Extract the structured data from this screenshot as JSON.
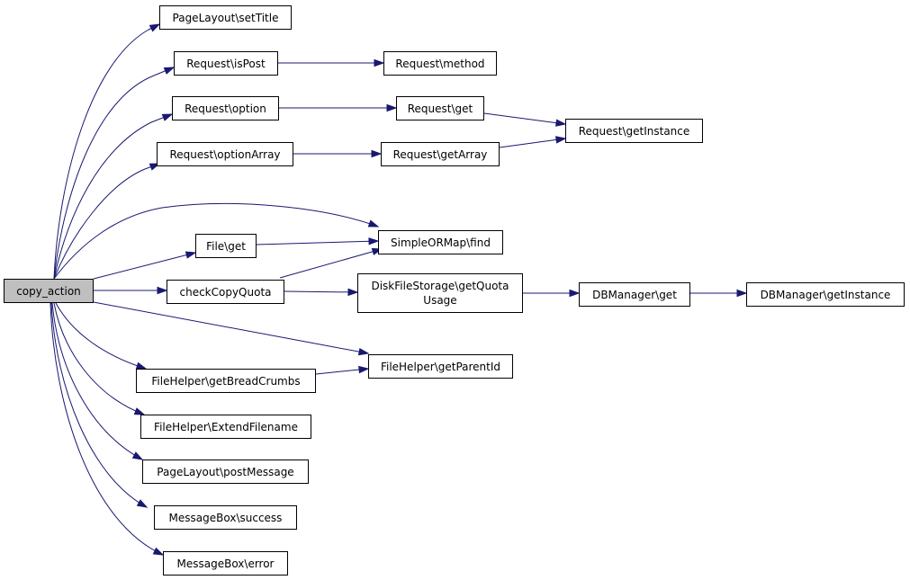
{
  "graph": {
    "nodes": {
      "copy_action": "copy_action",
      "setTitle": "PageLayout\\setTitle",
      "isPost": "Request\\isPost",
      "method": "Request\\method",
      "option": "Request\\option",
      "reqGet": "Request\\get",
      "getInstance": "Request\\getInstance",
      "optionArray": "Request\\optionArray",
      "getArray": "Request\\getArray",
      "find": "SimpleORMap\\find",
      "fileGet": "File\\get",
      "checkCopyQuota": "checkCopyQuota",
      "getQuotaUsage": "DiskFileStorage\\getQuota\nUsage",
      "dbGet": "DBManager\\get",
      "dbGetInstance": "DBManager\\getInstance",
      "getParentId": "FileHelper\\getParentId",
      "getBreadCrumbs": "FileHelper\\getBreadCrumbs",
      "extendFilename": "FileHelper\\ExtendFilename",
      "postMessage": "PageLayout\\postMessage",
      "success": "MessageBox\\success",
      "error": "MessageBox\\error"
    },
    "edges": [
      [
        "copy_action",
        "setTitle"
      ],
      [
        "copy_action",
        "isPost"
      ],
      [
        "copy_action",
        "option"
      ],
      [
        "copy_action",
        "optionArray"
      ],
      [
        "copy_action",
        "find"
      ],
      [
        "copy_action",
        "fileGet"
      ],
      [
        "copy_action",
        "checkCopyQuota"
      ],
      [
        "copy_action",
        "getParentId"
      ],
      [
        "copy_action",
        "getBreadCrumbs"
      ],
      [
        "copy_action",
        "extendFilename"
      ],
      [
        "copy_action",
        "postMessage"
      ],
      [
        "copy_action",
        "success"
      ],
      [
        "copy_action",
        "error"
      ],
      [
        "isPost",
        "method"
      ],
      [
        "option",
        "reqGet"
      ],
      [
        "reqGet",
        "getInstance"
      ],
      [
        "optionArray",
        "getArray"
      ],
      [
        "getArray",
        "getInstance"
      ],
      [
        "fileGet",
        "find"
      ],
      [
        "checkCopyQuota",
        "find"
      ],
      [
        "checkCopyQuota",
        "getQuotaUsage"
      ],
      [
        "getQuotaUsage",
        "dbGet"
      ],
      [
        "dbGet",
        "dbGetInstance"
      ],
      [
        "getBreadCrumbs",
        "getParentId"
      ]
    ],
    "colors": {
      "edge": "#191970",
      "root_fill": "#bfbfbf",
      "node_fill": "#ffffff",
      "border": "#000000"
    }
  }
}
